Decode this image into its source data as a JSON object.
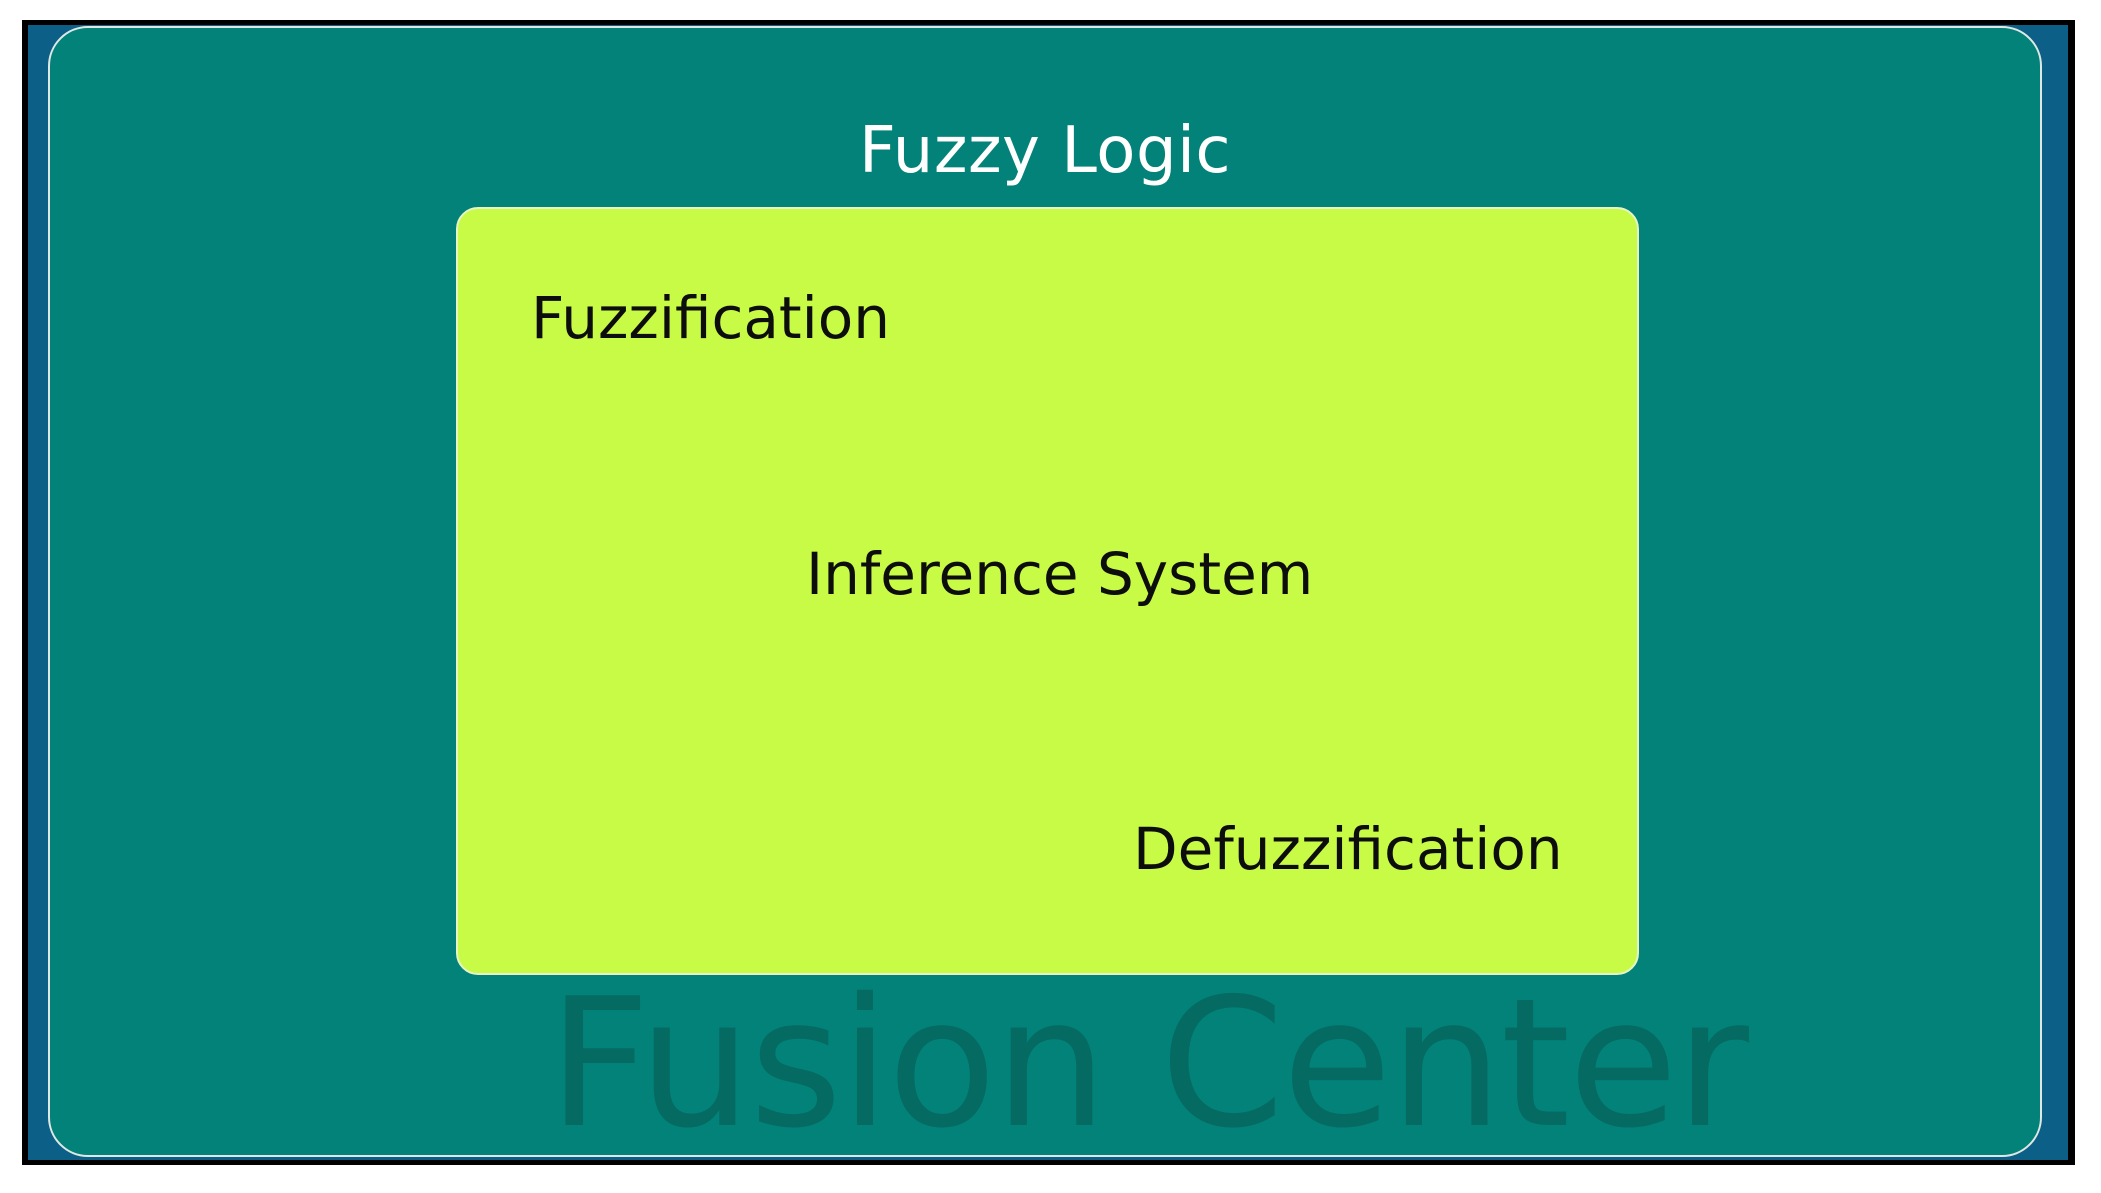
{
  "diagram": {
    "title": "Fuzzy Logic",
    "stages": [
      {
        "label": "Fuzzification"
      },
      {
        "label": "Inference System"
      },
      {
        "label": "Defuzzification"
      }
    ],
    "container_label": "Fusion Center"
  },
  "colors": {
    "panel_teal": "#028278",
    "inner_box_lime": "#c8fb45",
    "watermark_dark_teal": "#056a61",
    "frame_blue": "#0c5f86",
    "title_text": "#ffffff",
    "stage_text": "#0d0d0d"
  }
}
